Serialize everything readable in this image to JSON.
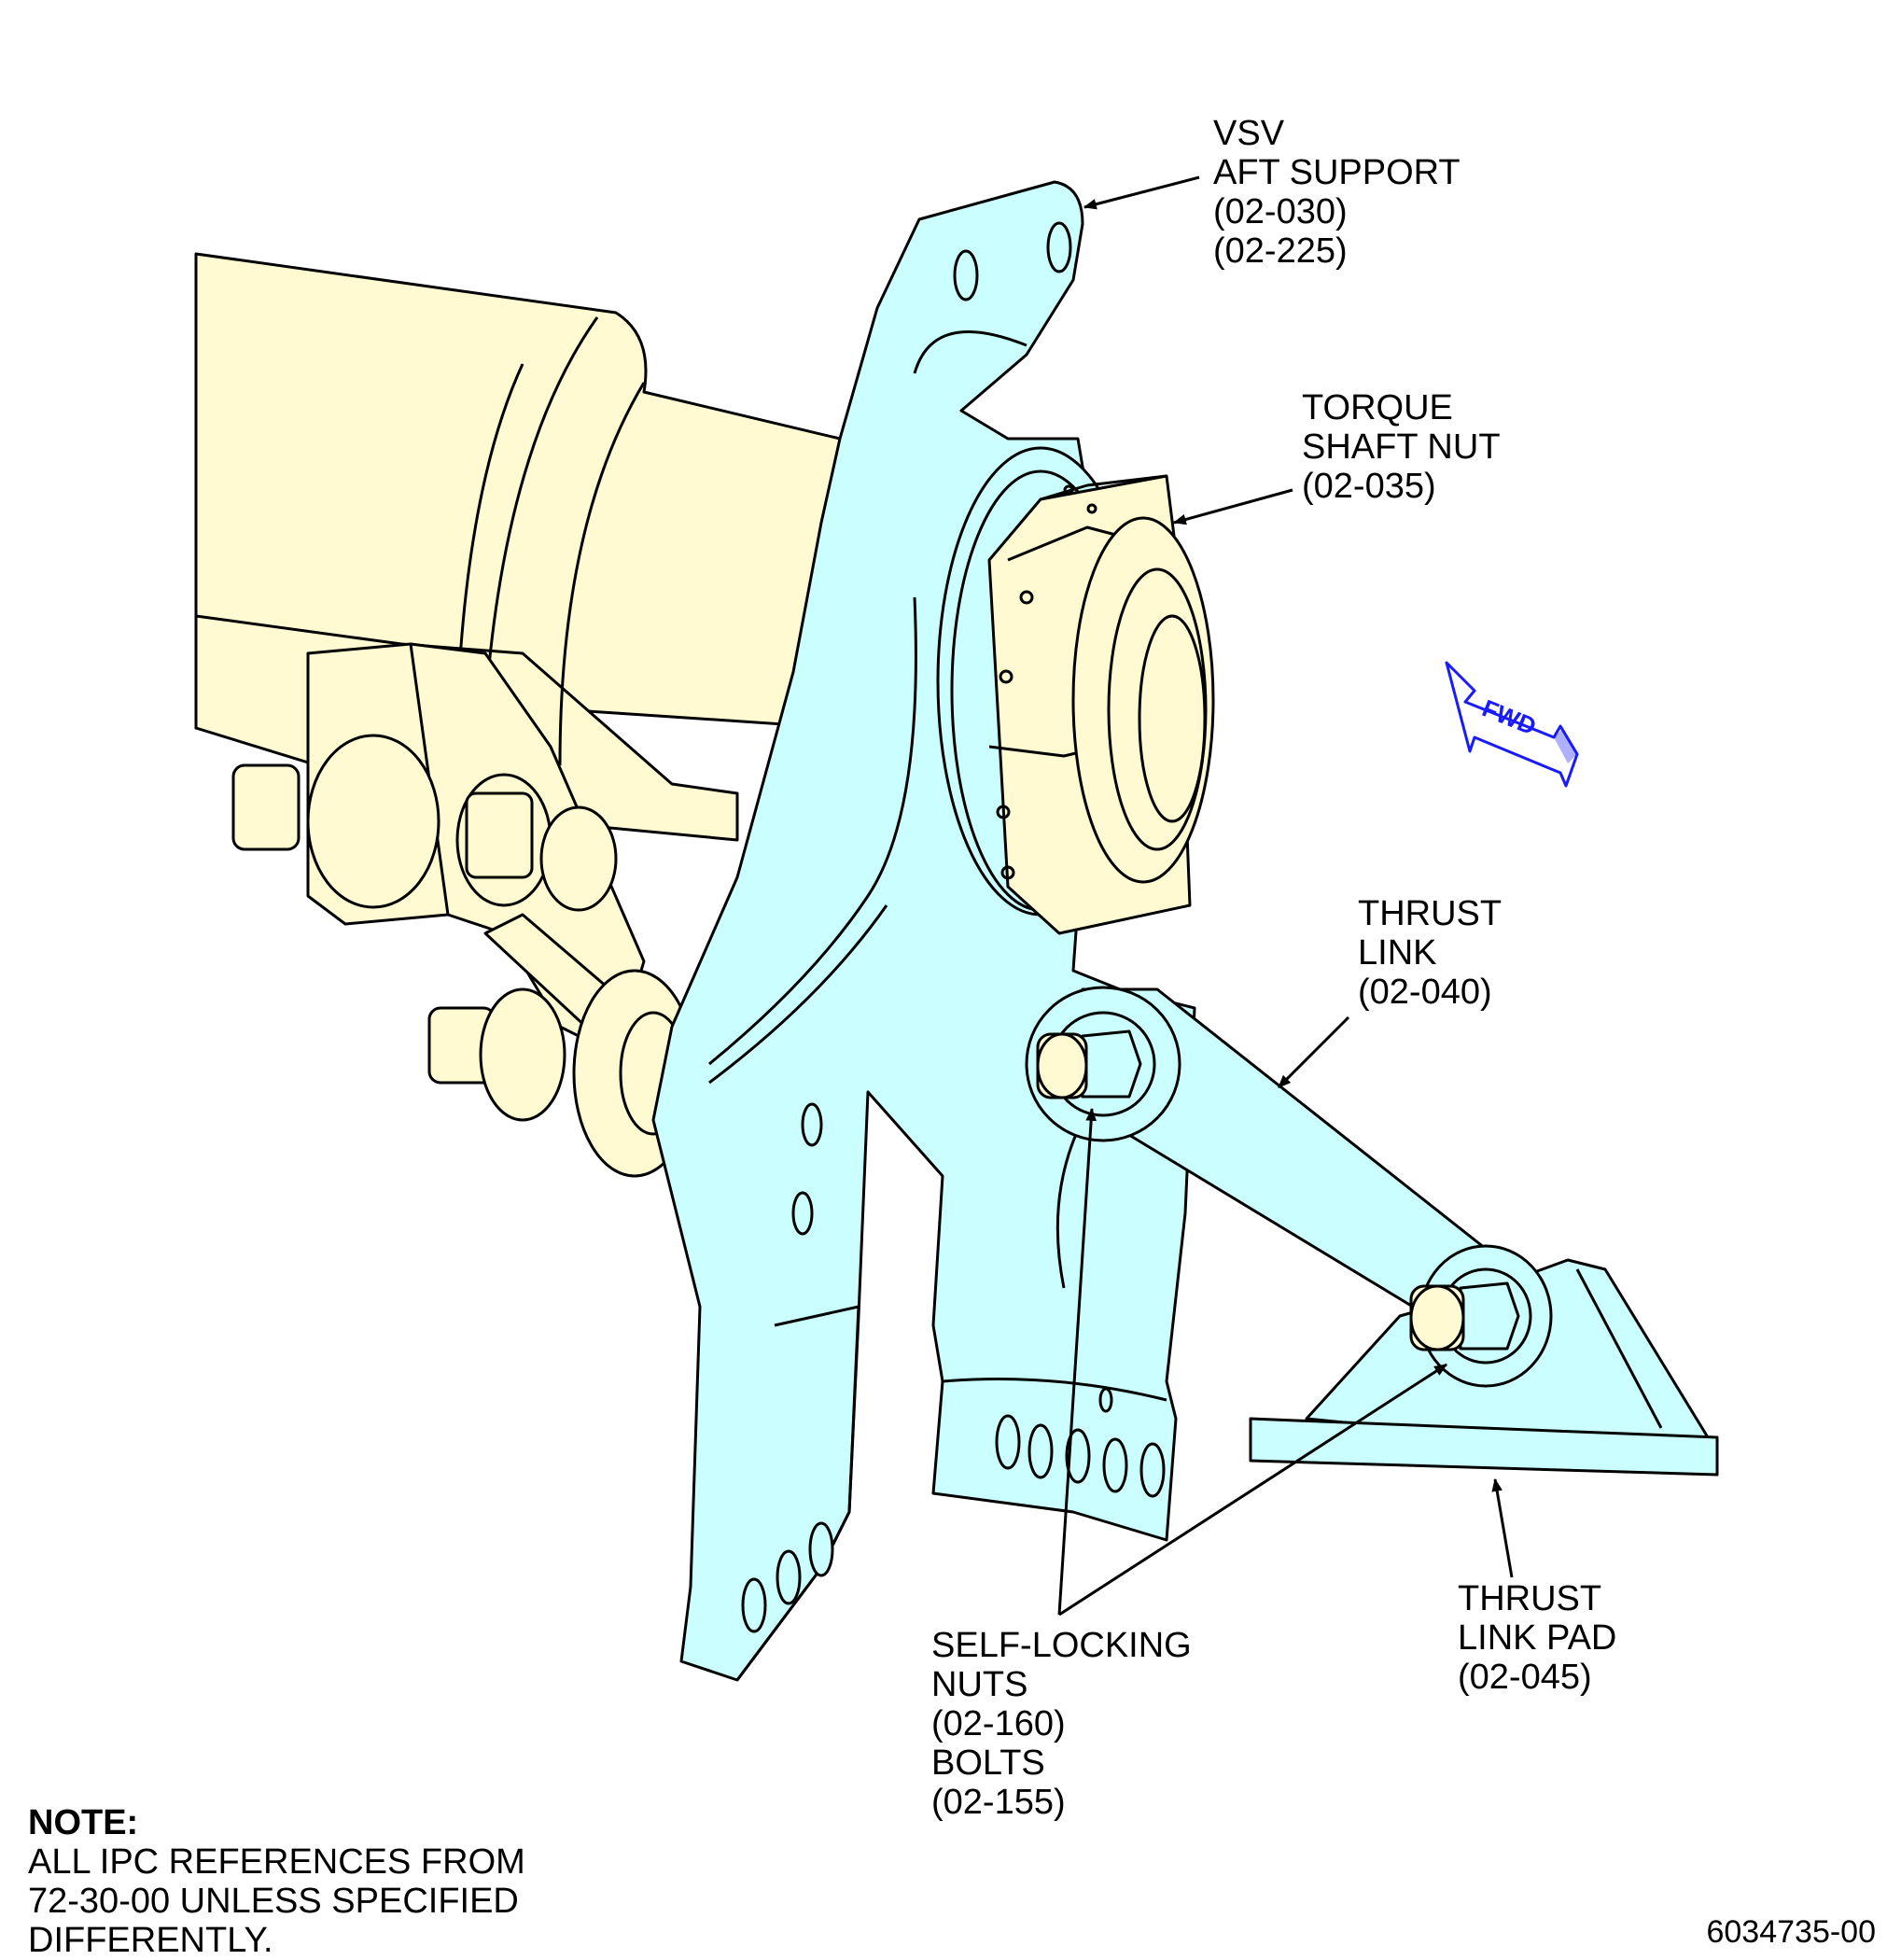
{
  "colors": {
    "part_fill": "#cbffff",
    "adjacent_fill": "#fffad1",
    "outline": "#000000",
    "fwd_arrow": "#1a1aff"
  },
  "callouts": {
    "vsv_aft_support": [
      "VSV",
      "AFT SUPPORT",
      "(02-030)",
      "(02-225)"
    ],
    "torque_shaft_nut": [
      "TORQUE",
      "SHAFT NUT",
      "(02-035)"
    ],
    "thrust_link": [
      "THRUST",
      "LINK",
      "(02-040)"
    ],
    "thrust_link_pad": [
      "THRUST",
      "LINK PAD",
      "(02-045)"
    ],
    "self_locking_nuts_bolts": [
      "SELF-LOCKING",
      "NUTS",
      "(02-160)",
      "BOLTS",
      "(02-155)"
    ]
  },
  "fwd_indicator": {
    "label": "FWD",
    "icon": "fwd-arrow-icon"
  },
  "note": {
    "heading": "NOTE:",
    "lines": [
      "ALL IPC REFERENCES FROM",
      "72-30-00 UNLESS SPECIFIED",
      "DIFFERENTLY."
    ]
  },
  "drawing_number": "6034735-00"
}
